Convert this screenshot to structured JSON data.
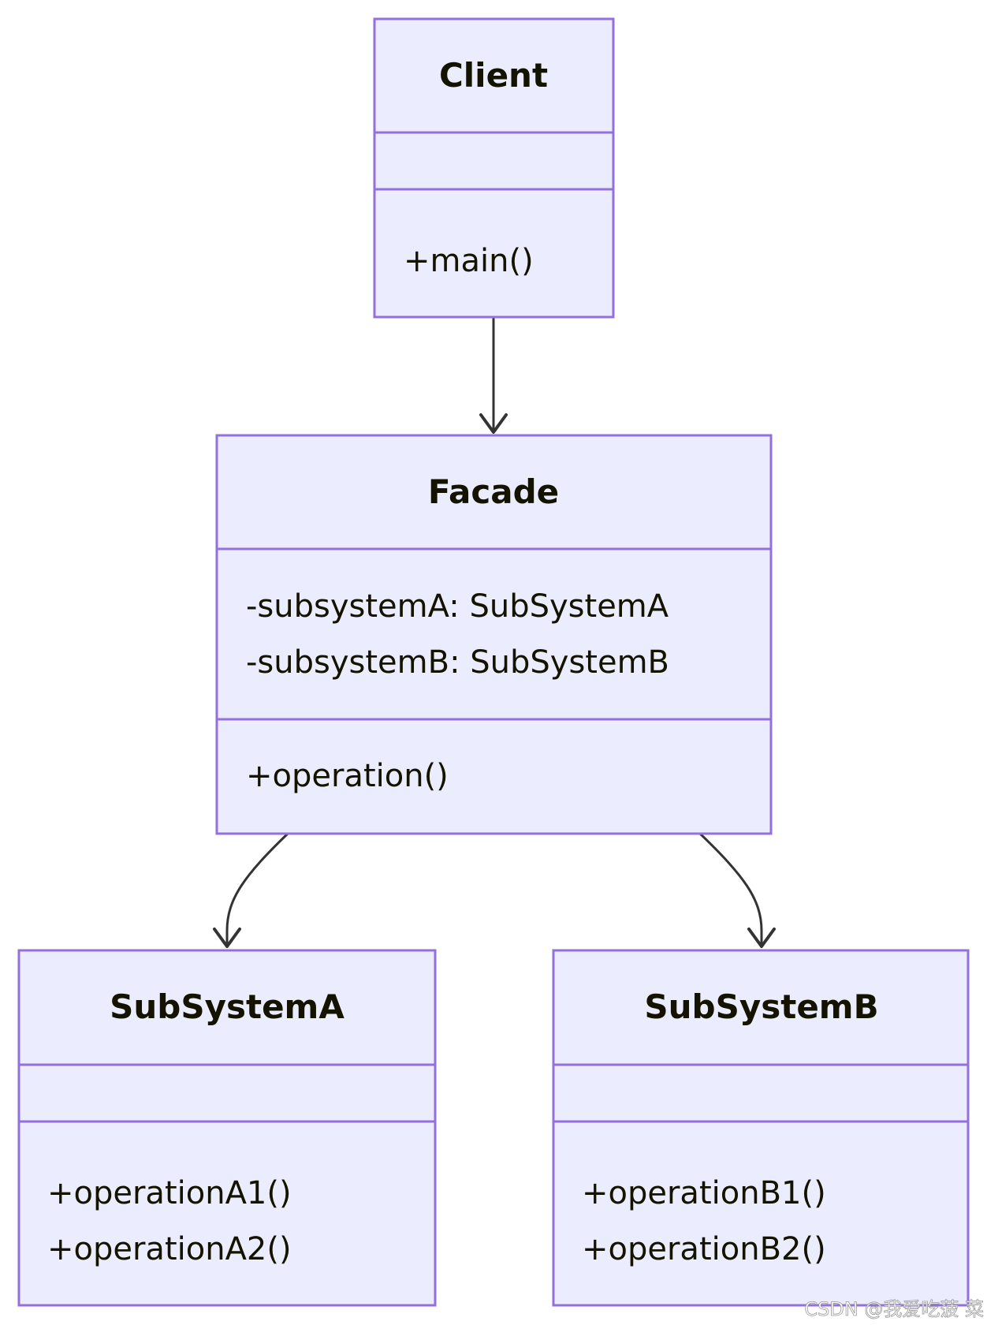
{
  "classes": {
    "client": {
      "name": "Client",
      "attributes": [],
      "methods": [
        "+main()"
      ]
    },
    "facade": {
      "name": "Facade",
      "attributes": [
        "-subsystemA: SubSystemA",
        "-subsystemB: SubSystemB"
      ],
      "methods": [
        "+operation()"
      ]
    },
    "subsystem_a": {
      "name": "SubSystemA",
      "attributes": [],
      "methods": [
        "+operationA1()",
        "+operationA2()"
      ]
    },
    "subsystem_b": {
      "name": "SubSystemB",
      "attributes": [],
      "methods": [
        "+operationB1()",
        "+operationB2()"
      ]
    }
  },
  "relations": [
    {
      "from": "Client",
      "to": "Facade"
    },
    {
      "from": "Facade",
      "to": "SubSystemA"
    },
    {
      "from": "Facade",
      "to": "SubSystemB"
    }
  ],
  "watermark": "CSDN @我爱吃菠 菜",
  "colors": {
    "box_fill": "#ececff",
    "box_stroke": "#9370db",
    "edge": "#333333",
    "text": "#131300"
  }
}
